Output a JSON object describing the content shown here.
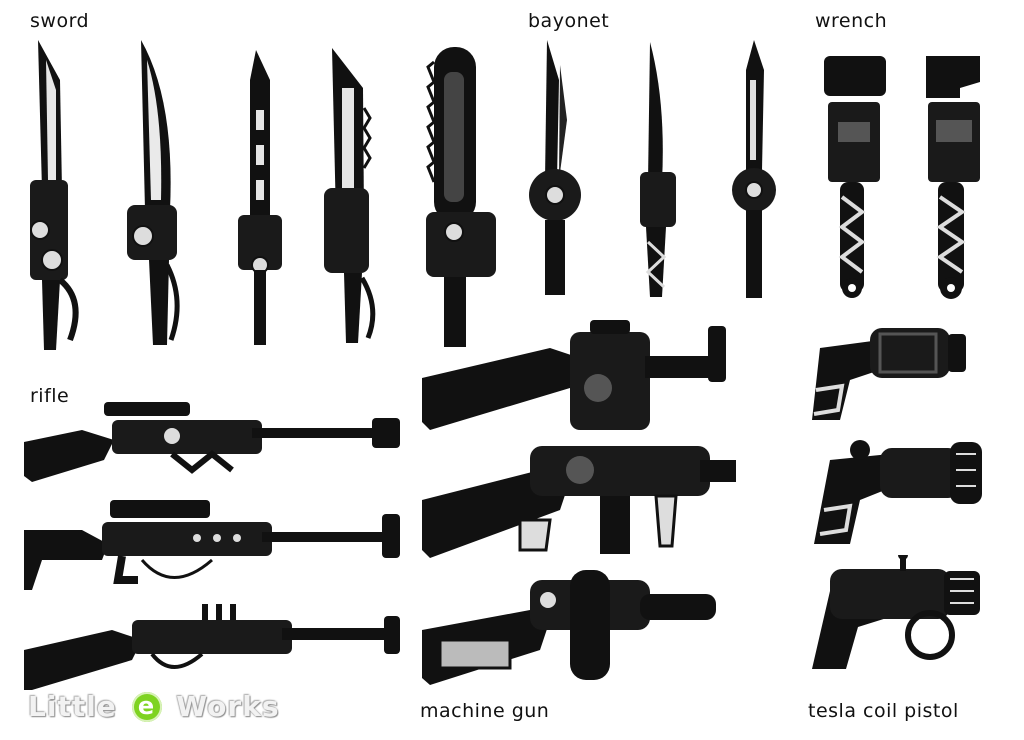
{
  "labels": {
    "sword": "sword",
    "bayonet": "bayonet",
    "wrench": "wrench",
    "rifle": "rifle",
    "machine_gun": "machine gun",
    "tesla": "tesla coil pistol"
  },
  "logo": {
    "text_before": "Little",
    "badge": "e",
    "text_after": "Works"
  },
  "colors": {
    "ink": "#111111",
    "metal": "#2a2a2a",
    "highlight": "#d9d9d9",
    "logo_green": "#7ed321"
  }
}
